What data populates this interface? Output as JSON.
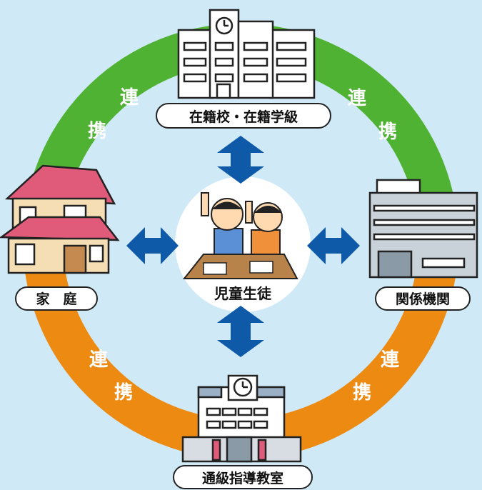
{
  "nodes": {
    "top": "在籍校・在籍学級",
    "left": "家　庭",
    "right": "関係機関",
    "bottom": "通級指導教室",
    "center": "児童生徒"
  },
  "links": {
    "top_left": [
      "連",
      "携"
    ],
    "top_right": [
      "連",
      "携"
    ],
    "bottom_left": [
      "連",
      "携"
    ],
    "bottom_right": [
      "連",
      "携"
    ]
  },
  "colors": {
    "background": "#cfe9f6",
    "ring_top": "#4fb233",
    "ring_bottom": "#ec8a12",
    "arrow": "#0f5aa8",
    "text_on_ring": "#ffffff"
  }
}
